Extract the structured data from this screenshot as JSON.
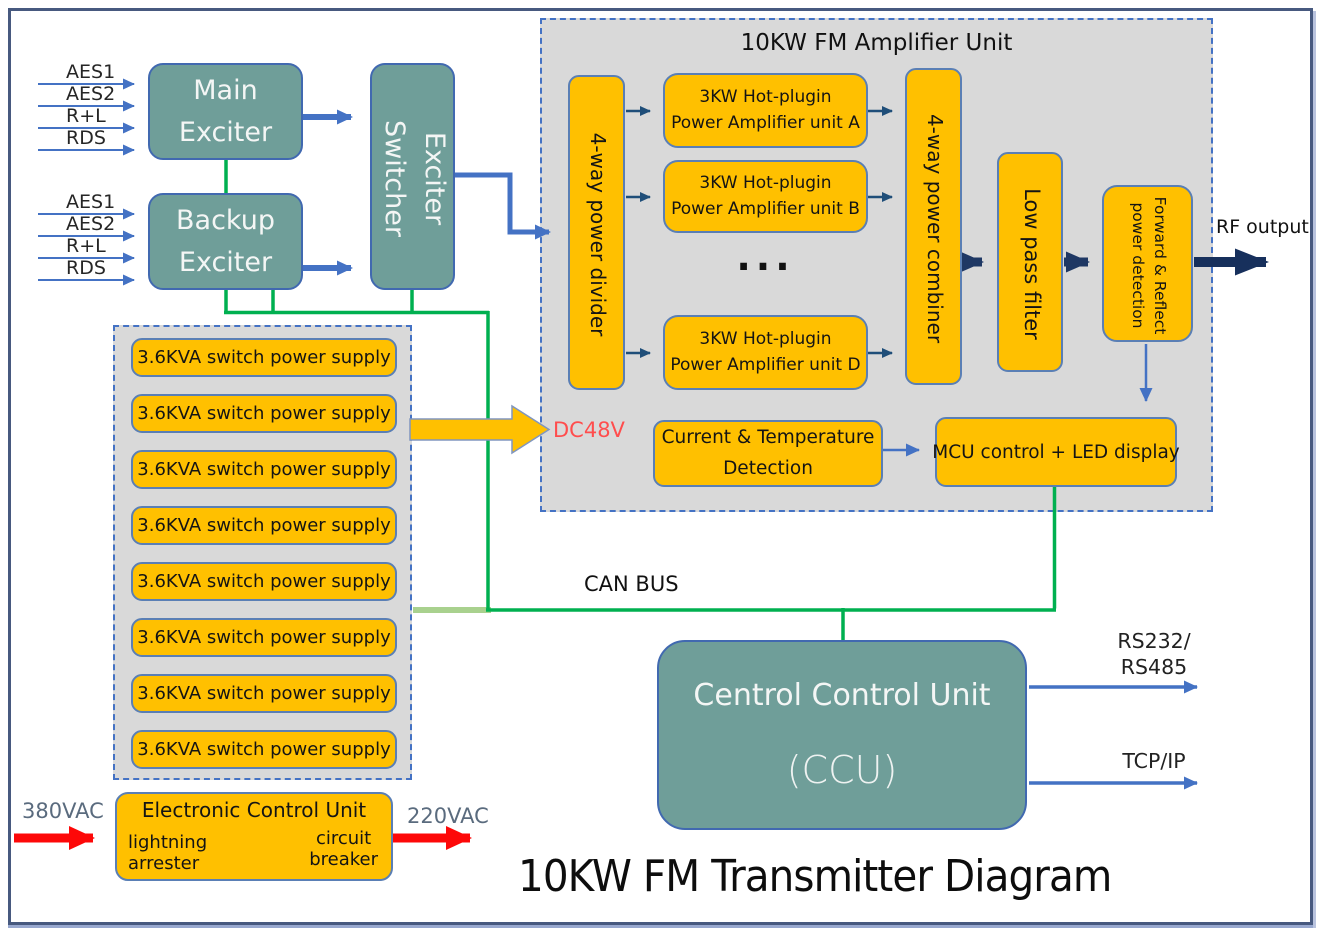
{
  "page": {
    "title": "10KW FM Transmitter Diagram"
  },
  "io_inputs": {
    "labels": [
      "AES1",
      "AES2",
      "R+L",
      "RDS"
    ]
  },
  "exciters": {
    "main": {
      "line1": "Main",
      "line2": "Exciter"
    },
    "backup": {
      "line1": "Backup",
      "line2": "Exciter"
    },
    "switcher": {
      "line1": "Exciter",
      "line2": "Switcher"
    }
  },
  "amplifier_unit": {
    "title": "10KW FM Amplifier Unit",
    "divider": "4-way power divider",
    "units": [
      {
        "line1": "3KW Hot-plugin",
        "line2": "Power Amplifier unit A"
      },
      {
        "line1": "3KW Hot-plugin",
        "line2": "Power Amplifier unit B"
      },
      {
        "line1": "3KW Hot-plugin",
        "line2": "Power Amplifier unit D"
      }
    ],
    "ellipsis": "...",
    "combiner": "4-way power combiner",
    "low_pass_filter": "Low pass filter",
    "power_detection": {
      "line1": "Forward & Reflect",
      "line2": "power detection"
    },
    "rf_output_label": "RF output",
    "current_temp": {
      "line1": "Current & Temperature",
      "line2": "Detection"
    },
    "mcu": "MCU control + LED display"
  },
  "power": {
    "dc48v_label": "DC48V",
    "supplies": [
      "3.6KVA switch power supply",
      "3.6KVA switch power supply",
      "3.6KVA switch power supply",
      "3.6KVA switch power supply",
      "3.6KVA switch power supply",
      "3.6KVA switch power supply",
      "3.6KVA switch power supply",
      "3.6KVA switch power supply"
    ]
  },
  "bus": {
    "can_label": "CAN BUS"
  },
  "ccu": {
    "line1": "Centrol Control Unit",
    "line2": "(CCU)",
    "rs232_line1": "RS232/",
    "rs232_line2": "RS485",
    "tcpip": "TCP/IP"
  },
  "mains": {
    "input_label": "380VAC",
    "output_label": "220VAC",
    "ecu": {
      "title": "Electronic Control Unit",
      "left_line1": "lightning",
      "left_line2": "arrester",
      "right_line1": "circuit",
      "right_line2": "breaker"
    }
  },
  "colors": {
    "box_teal": "#6f9e99",
    "box_orange": "#ffc000",
    "panel_gray": "#d9d9d9",
    "line_green": "#00b050",
    "line_green_light": "#a9d18e",
    "line_blue": "#4472c4",
    "line_navy_thick": "#1f3864",
    "line_navy_thin": "#1f4e79",
    "line_red": "#ff0000",
    "dc48v_red": "#ff4d4d",
    "box_border_blue": "#4169b0",
    "vac_text": "#5a6b7e"
  }
}
